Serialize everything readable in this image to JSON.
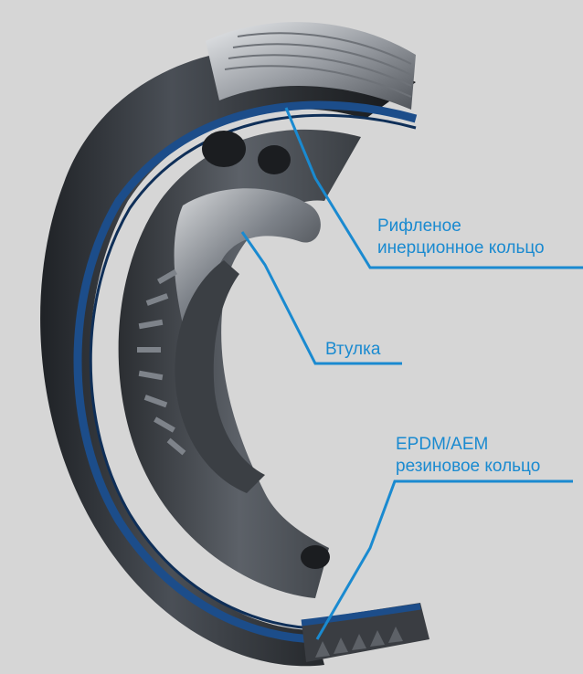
{
  "labels": {
    "inertia_ring": {
      "line1": "Рифленое",
      "line2": "инерционное кольцо"
    },
    "hub": "Втулка",
    "rubber_ring": {
      "line1": "EPDM/AEM",
      "line2": "резиновое кольцо"
    }
  },
  "colors": {
    "background": "#d6d6d6",
    "metal_dark": "#2c2f33",
    "metal_light": "#c9ccd0",
    "rubber_blue": "#1c4d8a",
    "callout_blue": "#1a8ad0"
  }
}
